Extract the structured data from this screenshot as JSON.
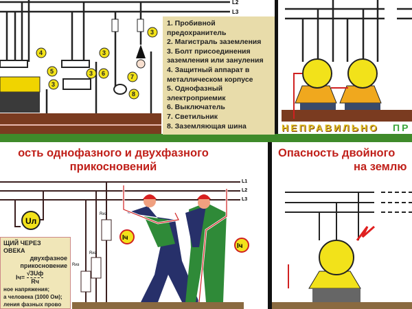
{
  "top_left": {
    "lines": [
      "L2",
      "L3"
    ],
    "markers": [
      "3",
      "4",
      "5",
      "3",
      "3",
      "3",
      "6",
      "7",
      "8"
    ],
    "legend": [
      "1. Пробивной предохранитель",
      "2. Магистраль заземления",
      "3. Болт присоединения заземления или зануления",
      "4. Защитный аппарат в металлическом корпусе",
      "5. Однофазный электроприемик",
      "6. Выключатель",
      "7. Светильник",
      "8. Заземляющая шина"
    ]
  },
  "top_right": {
    "wrong_label": "НЕПРАВИЛЬНО",
    "right_label": "ПР"
  },
  "bottom_left": {
    "title_line1": "ость однофазного и  двухфазного",
    "title_line2": "прикосновений",
    "lines": [
      "L1",
      "L2",
      "L3"
    ],
    "voltmeter": "Uл",
    "current_label": "Iч",
    "resistance_label": "Rиз",
    "formula_box": {
      "heading1": "ЩИЙ ЧЕРЕЗ",
      "heading2": "ОВЕКА",
      "subtitle1": "двухфазное",
      "subtitle2": "прикосновение",
      "formula_lhs": "Iч=",
      "formula_num": "√3Uф",
      "formula_den": "Rч",
      "note1": "ное напряжения;",
      "note2": "а человека (1000 Ом);",
      "note3": "ления фазных прово"
    }
  },
  "bottom_right": {
    "title_line1": "Опасность двойного",
    "title_line2": "на землю"
  },
  "colors": {
    "title_red": "#c0201a",
    "banner_green": "#3f8a2a",
    "motor_yellow": "#f2e21a",
    "ground_brown": "#7a3b20"
  }
}
